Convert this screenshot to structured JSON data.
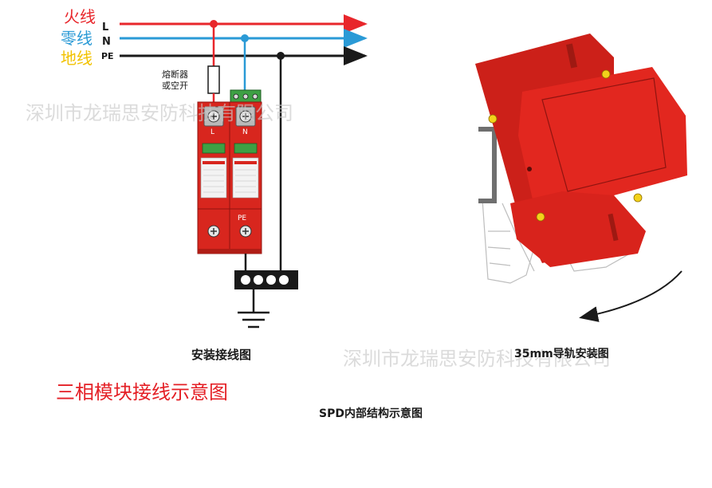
{
  "legend": {
    "live_cn": "火线",
    "live_code": "L",
    "neutral_cn": "零线",
    "neutral_code": "N",
    "earth_cn": "地线",
    "earth_code": "PE"
  },
  "fuse_label_1": "熔断器",
  "fuse_label_2": "或空开",
  "module": {
    "pole_l_label": "L",
    "pole_n_label": "N",
    "pe_label": "PE"
  },
  "captions": {
    "install_wiring": "安装接线图",
    "three_phase": "三相模块接线示意图",
    "rail_mount": "35mm导轨安装图",
    "internal_structure": "SPD内部结构示意图"
  },
  "watermark": "深圳市龙瑞思安防科技有限公司",
  "colors": {
    "live": "#e8262b",
    "neutral": "#2a9ad6",
    "earth": "#1a1a1a",
    "earth_label": "#f2c200",
    "module_red": "#d8261e",
    "caption_red": "#e41f25"
  }
}
